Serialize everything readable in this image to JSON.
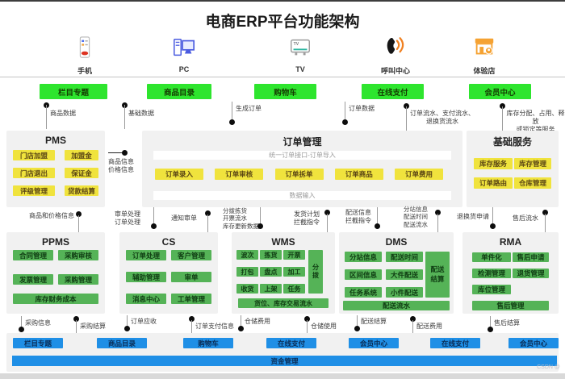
{
  "title": "电商ERP平台功能架构",
  "channels": [
    {
      "label": "手机",
      "icon": "mobile-icon"
    },
    {
      "label": "PC",
      "icon": "pc-icon"
    },
    {
      "label": "TV",
      "icon": "tv-icon"
    },
    {
      "label": "呼叫中心",
      "icon": "call-center-icon"
    },
    {
      "label": "体验店",
      "icon": "store-icon"
    }
  ],
  "top_pills": [
    "栏目专题",
    "商品目录",
    "购物车",
    "在线支付",
    "会员中心"
  ],
  "top_links": [
    "商品数据",
    "基础数据",
    "生成订单",
    "订单数据",
    "订单流水、支付流水、\n退换货流水",
    "库存分配、占用、释放\n或锁定等服务"
  ],
  "pms": {
    "title": "PMS",
    "pills": [
      "门店加盟",
      "加盟金",
      "门店退出",
      "保证金",
      "评级管理",
      "贷款结算"
    ]
  },
  "pms_link": "商品信息\n价格信息",
  "order": {
    "title": "订单管理",
    "top_bar": "统一订单接口-订单导入",
    "pills": [
      "订单录入",
      "订单审核",
      "订单拆单",
      "订单商品",
      "订单费用"
    ],
    "bottom_bar": "数据输入"
  },
  "base": {
    "title": "基础服务",
    "pills": [
      "库存服务",
      "库存管理",
      "订单路由",
      "仓库管理"
    ]
  },
  "mid_links": [
    "商品和价格信息",
    "审单处理\n订单处理",
    "通知审单",
    "分拨拣货\n开票流水\n库存更新数据",
    "发货计划\n拦截指令",
    "配送信息\n拦截指令",
    "分站信息\n配送时间\n配送流水",
    "退换货申请",
    "售后流水"
  ],
  "ppms": {
    "title": "PPMS",
    "pills": [
      "合同管理",
      "采购审核",
      "发票管理",
      "采购管理"
    ],
    "wide": "库存财务成本"
  },
  "cs": {
    "title": "CS",
    "pills": [
      "订单处理",
      "客户管理",
      "辅助管理",
      "审单",
      "消息中心",
      "工单管理"
    ]
  },
  "wms": {
    "title": "WMS",
    "pills": [
      "波次",
      "拣货",
      "开票",
      "打包",
      "盘点",
      "加工",
      "收货",
      "上架",
      "任务"
    ],
    "tall": "分\n拨",
    "wide": "货位、库存交易流水"
  },
  "dms": {
    "title": "DMS",
    "pills": [
      "分站信息",
      "配送时间",
      "区间信息",
      "大件配送",
      "任务系统",
      "小件配送"
    ],
    "tall": "配送\n结算",
    "wide": "配送流水"
  },
  "rma": {
    "title": "RMA",
    "pills": [
      "单件化",
      "售后申请",
      "检测管理",
      "退货管理",
      "库位管理"
    ],
    "wide": "售后管理"
  },
  "bottom_links": [
    "采购信息",
    "采购结算",
    "订单应收",
    "订单支付信息",
    "仓储费用",
    "仓储使用",
    "配送结算",
    "配送费用",
    "售后结算"
  ],
  "bottom_pills": [
    "栏目专题",
    "商品目录",
    "购物车",
    "在线支付",
    "会员中心",
    "在线支付",
    "会员中心"
  ],
  "funds_bar": "资金管理",
  "watermark": "CSDN @",
  "colors": {
    "bright_green": "#2ee52e",
    "yellow": "#f0e33d",
    "green": "#55b357",
    "blue": "#1f8fe6"
  }
}
